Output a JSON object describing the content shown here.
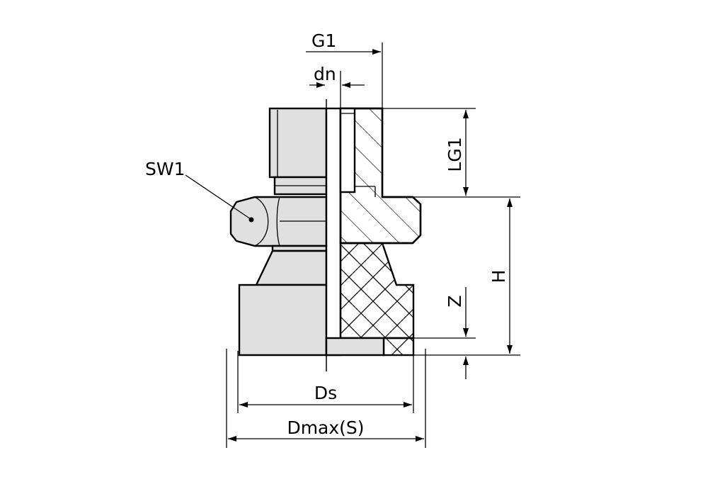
{
  "labels": {
    "g1": "G1",
    "dn": "dn",
    "lg1": "LG1",
    "sw1": "SW1",
    "h": "H",
    "z": "Z",
    "ds": "Ds",
    "dmax": "Dmax(S)"
  },
  "colors": {
    "body_fill": "#e0e0e0",
    "line": "#000000",
    "background": "#ffffff"
  }
}
